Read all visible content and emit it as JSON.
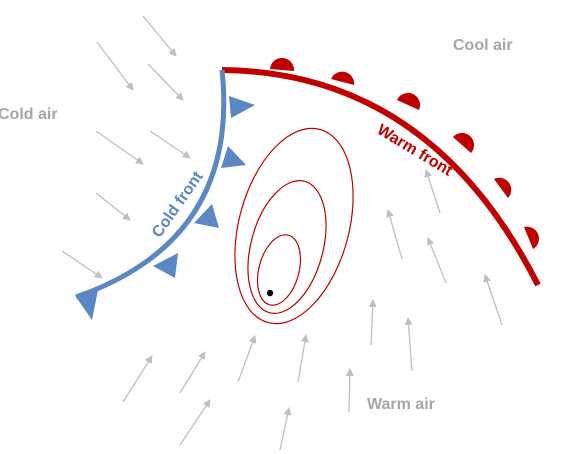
{
  "labels": {
    "cool_air": "Cool air",
    "cold_air": "Cold air",
    "warm_air": "Warm air",
    "warm_front": "Warm front",
    "cold_front": "Cold front"
  },
  "colors": {
    "warm_front": "#c00000",
    "cold_front": "#5b87c5",
    "isobar": "#c00000",
    "arrow": "#bfbfbf",
    "air_label": "#a6a6a6",
    "low_center": "#000000"
  }
}
